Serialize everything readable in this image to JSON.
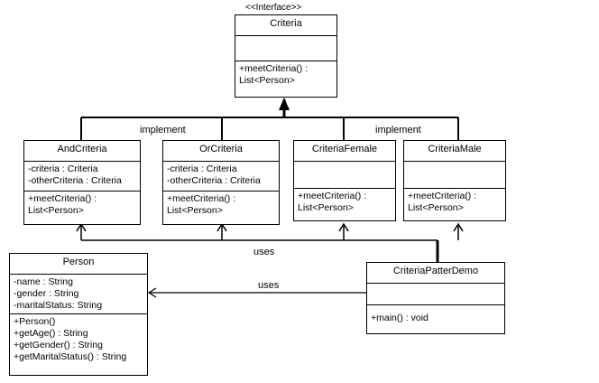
{
  "stereotype": "<<Interface>>",
  "classes": {
    "criteria": {
      "name": "Criteria",
      "attributes": [],
      "methods": [
        "+meetCriteria() :",
        "List<Person>"
      ]
    },
    "and_criteria": {
      "name": "AndCriteria",
      "attributes": [
        "-criteria : Criteria",
        "-otherCriteria : Criteria"
      ],
      "methods": [
        "+meetCriteria() :",
        "List<Person>"
      ]
    },
    "or_criteria": {
      "name": "OrCriteria",
      "attributes": [
        "-criteria : Criteria",
        "-otherCriteria : Criteria"
      ],
      "methods": [
        "+meetCriteria() :",
        "List<Person>"
      ]
    },
    "criteria_female": {
      "name": "CriteriaFemale",
      "attributes": [],
      "methods": [
        "+meetCriteria() :",
        "List<Person>"
      ]
    },
    "criteria_male": {
      "name": "CriteriaMale",
      "attributes": [],
      "methods": [
        "+meetCriteria() :",
        "List<Person>"
      ]
    },
    "person": {
      "name": "Person",
      "attributes": [
        "-name : String",
        "-gender : String",
        "-maritalStatus: String"
      ],
      "methods": [
        "+Person()",
        "+getAge() : String",
        "+getGender() : String",
        "+getMaritalStatus() : String"
      ]
    },
    "demo": {
      "name": "CriteriaPatterDemo",
      "attributes": [],
      "methods": [
        "+main() : void"
      ]
    }
  },
  "relations": {
    "implement_left": "implement",
    "implement_right": "implement",
    "uses_criteria": "uses",
    "uses_person": "uses"
  }
}
